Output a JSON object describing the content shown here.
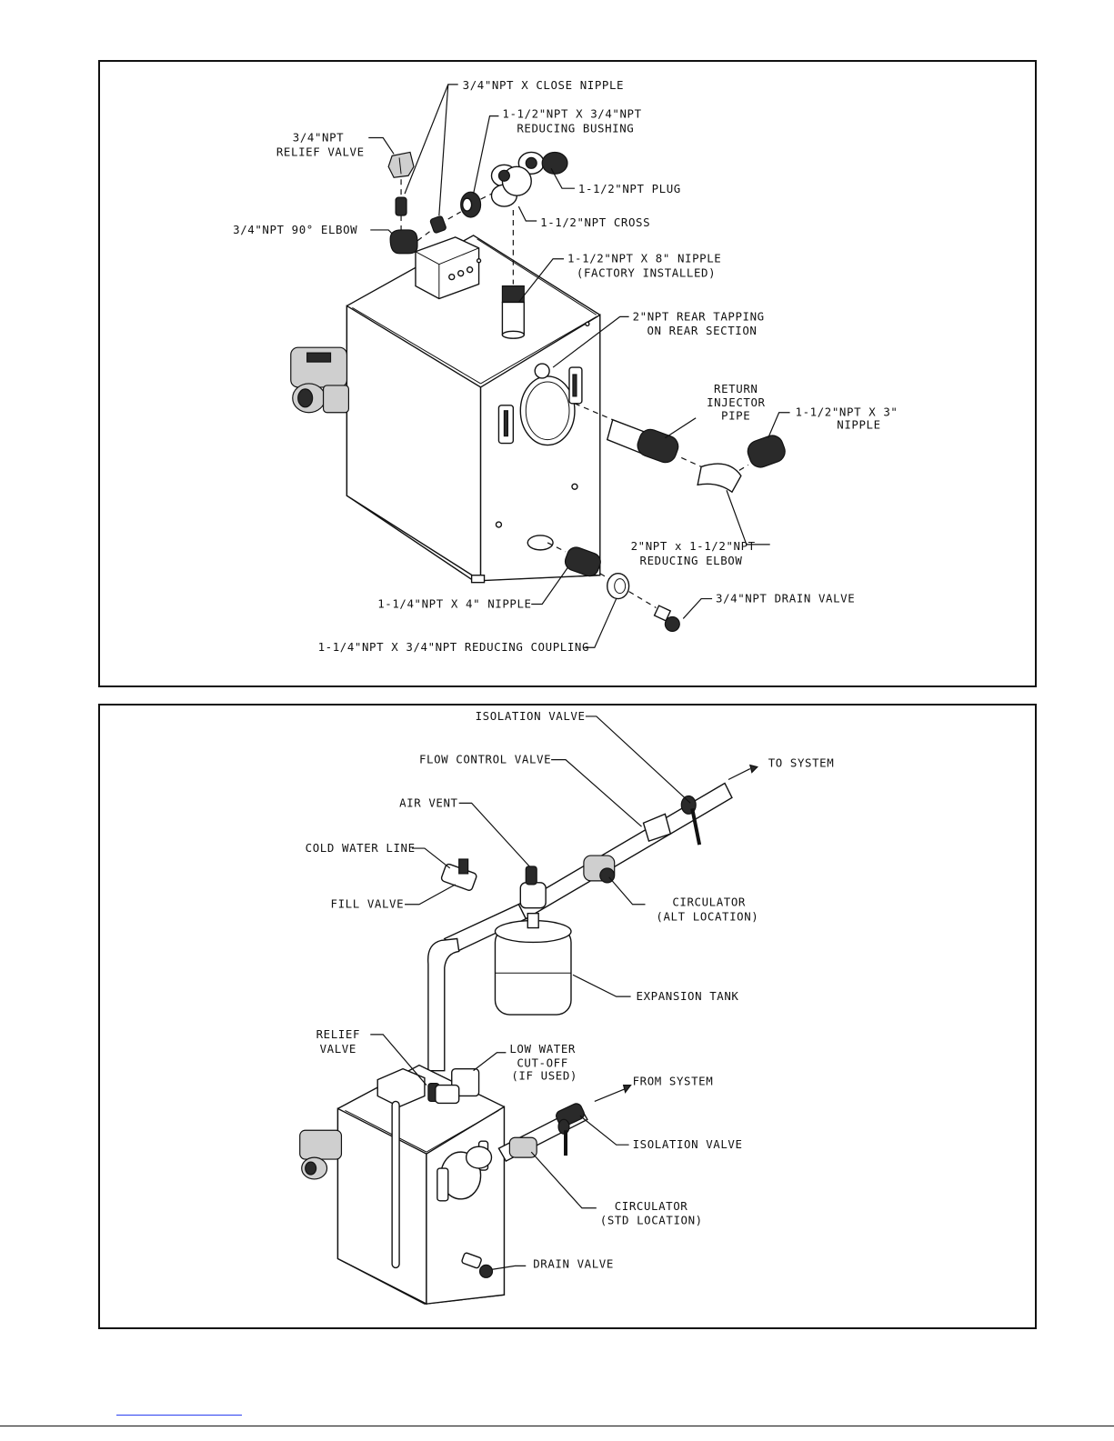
{
  "top_panel": {
    "labels": {
      "close_nipple": "3/4\"NPT X CLOSE NIPPLE",
      "reducing_bushing_1": "1-1/2\"NPT X 3/4\"NPT",
      "reducing_bushing_2": "REDUCING BUSHING",
      "relief_valve_1": "3/4\"NPT",
      "relief_valve_2": "RELIEF VALVE",
      "plug": "1-1/2\"NPT PLUG",
      "cross": "1-1/2\"NPT CROSS",
      "elbow_90": "3/4\"NPT 90° ELBOW",
      "nipple_8_1": "1-1/2\"NPT X 8\" NIPPLE",
      "nipple_8_2": "(FACTORY INSTALLED)",
      "rear_tapping_1": "2\"NPT REAR TAPPING",
      "rear_tapping_2": "ON REAR SECTION",
      "return_injector_1": "RETURN",
      "return_injector_2": "INJECTOR",
      "return_injector_3": "PIPE",
      "nipple_3_1": "1-1/2\"NPT X 3\"",
      "nipple_3_2": "NIPPLE",
      "reducing_elbow_1": "2\"NPT x 1-1/2\"NPT",
      "reducing_elbow_2": "REDUCING ELBOW",
      "nipple_4": "1-1/4\"NPT X 4\" NIPPLE",
      "drain_valve": "3/4\"NPT DRAIN VALVE",
      "reducing_coupling": "1-1/4\"NPT X 3/4\"NPT REDUCING COUPLING"
    }
  },
  "bottom_panel": {
    "labels": {
      "isolation_valve_top": "ISOLATION VALVE",
      "flow_control_valve": "FLOW CONTROL VALVE",
      "to_system": "TO SYSTEM",
      "air_vent": "AIR VENT",
      "cold_water_line": "COLD WATER LINE",
      "fill_valve": "FILL VALVE",
      "circulator_alt_1": "CIRCULATOR",
      "circulator_alt_2": "(ALT LOCATION)",
      "expansion_tank": "EXPANSION TANK",
      "relief_valve_1": "RELIEF",
      "relief_valve_2": "VALVE",
      "lwco_1": "LOW WATER",
      "lwco_2": "CUT-OFF",
      "lwco_3": "(IF USED)",
      "from_system": "FROM SYSTEM",
      "isolation_valve_bottom": "ISOLATION VALVE",
      "circulator_std_1": "CIRCULATOR",
      "circulator_std_2": "(STD LOCATION)",
      "drain_valve": "DRAIN VALVE"
    }
  },
  "colors": {
    "line": "#111111",
    "fill_dark": "#2a2a2a",
    "fill_gray": "#cfcfcf",
    "link": "#2a3ff0"
  }
}
